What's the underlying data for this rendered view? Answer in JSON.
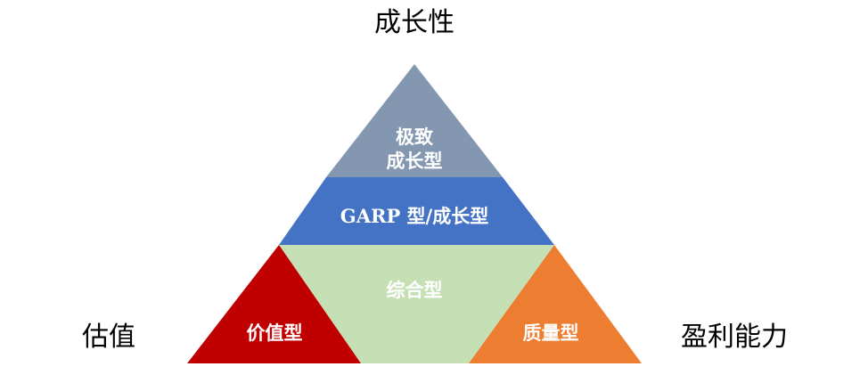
{
  "axes": {
    "top": "成长性",
    "left": "估值",
    "right": "盈利能力"
  },
  "segments": {
    "top_line1": "极致",
    "top_line2": "成长型",
    "middle": "GARP 型/成长型",
    "center": "综合型",
    "left": "价值型",
    "right": "质量型"
  },
  "colors": {
    "top": "#8497b0",
    "middle": "#4472c4",
    "center": "#c5e0b4",
    "left": "#c00000",
    "right": "#ed7d31"
  }
}
